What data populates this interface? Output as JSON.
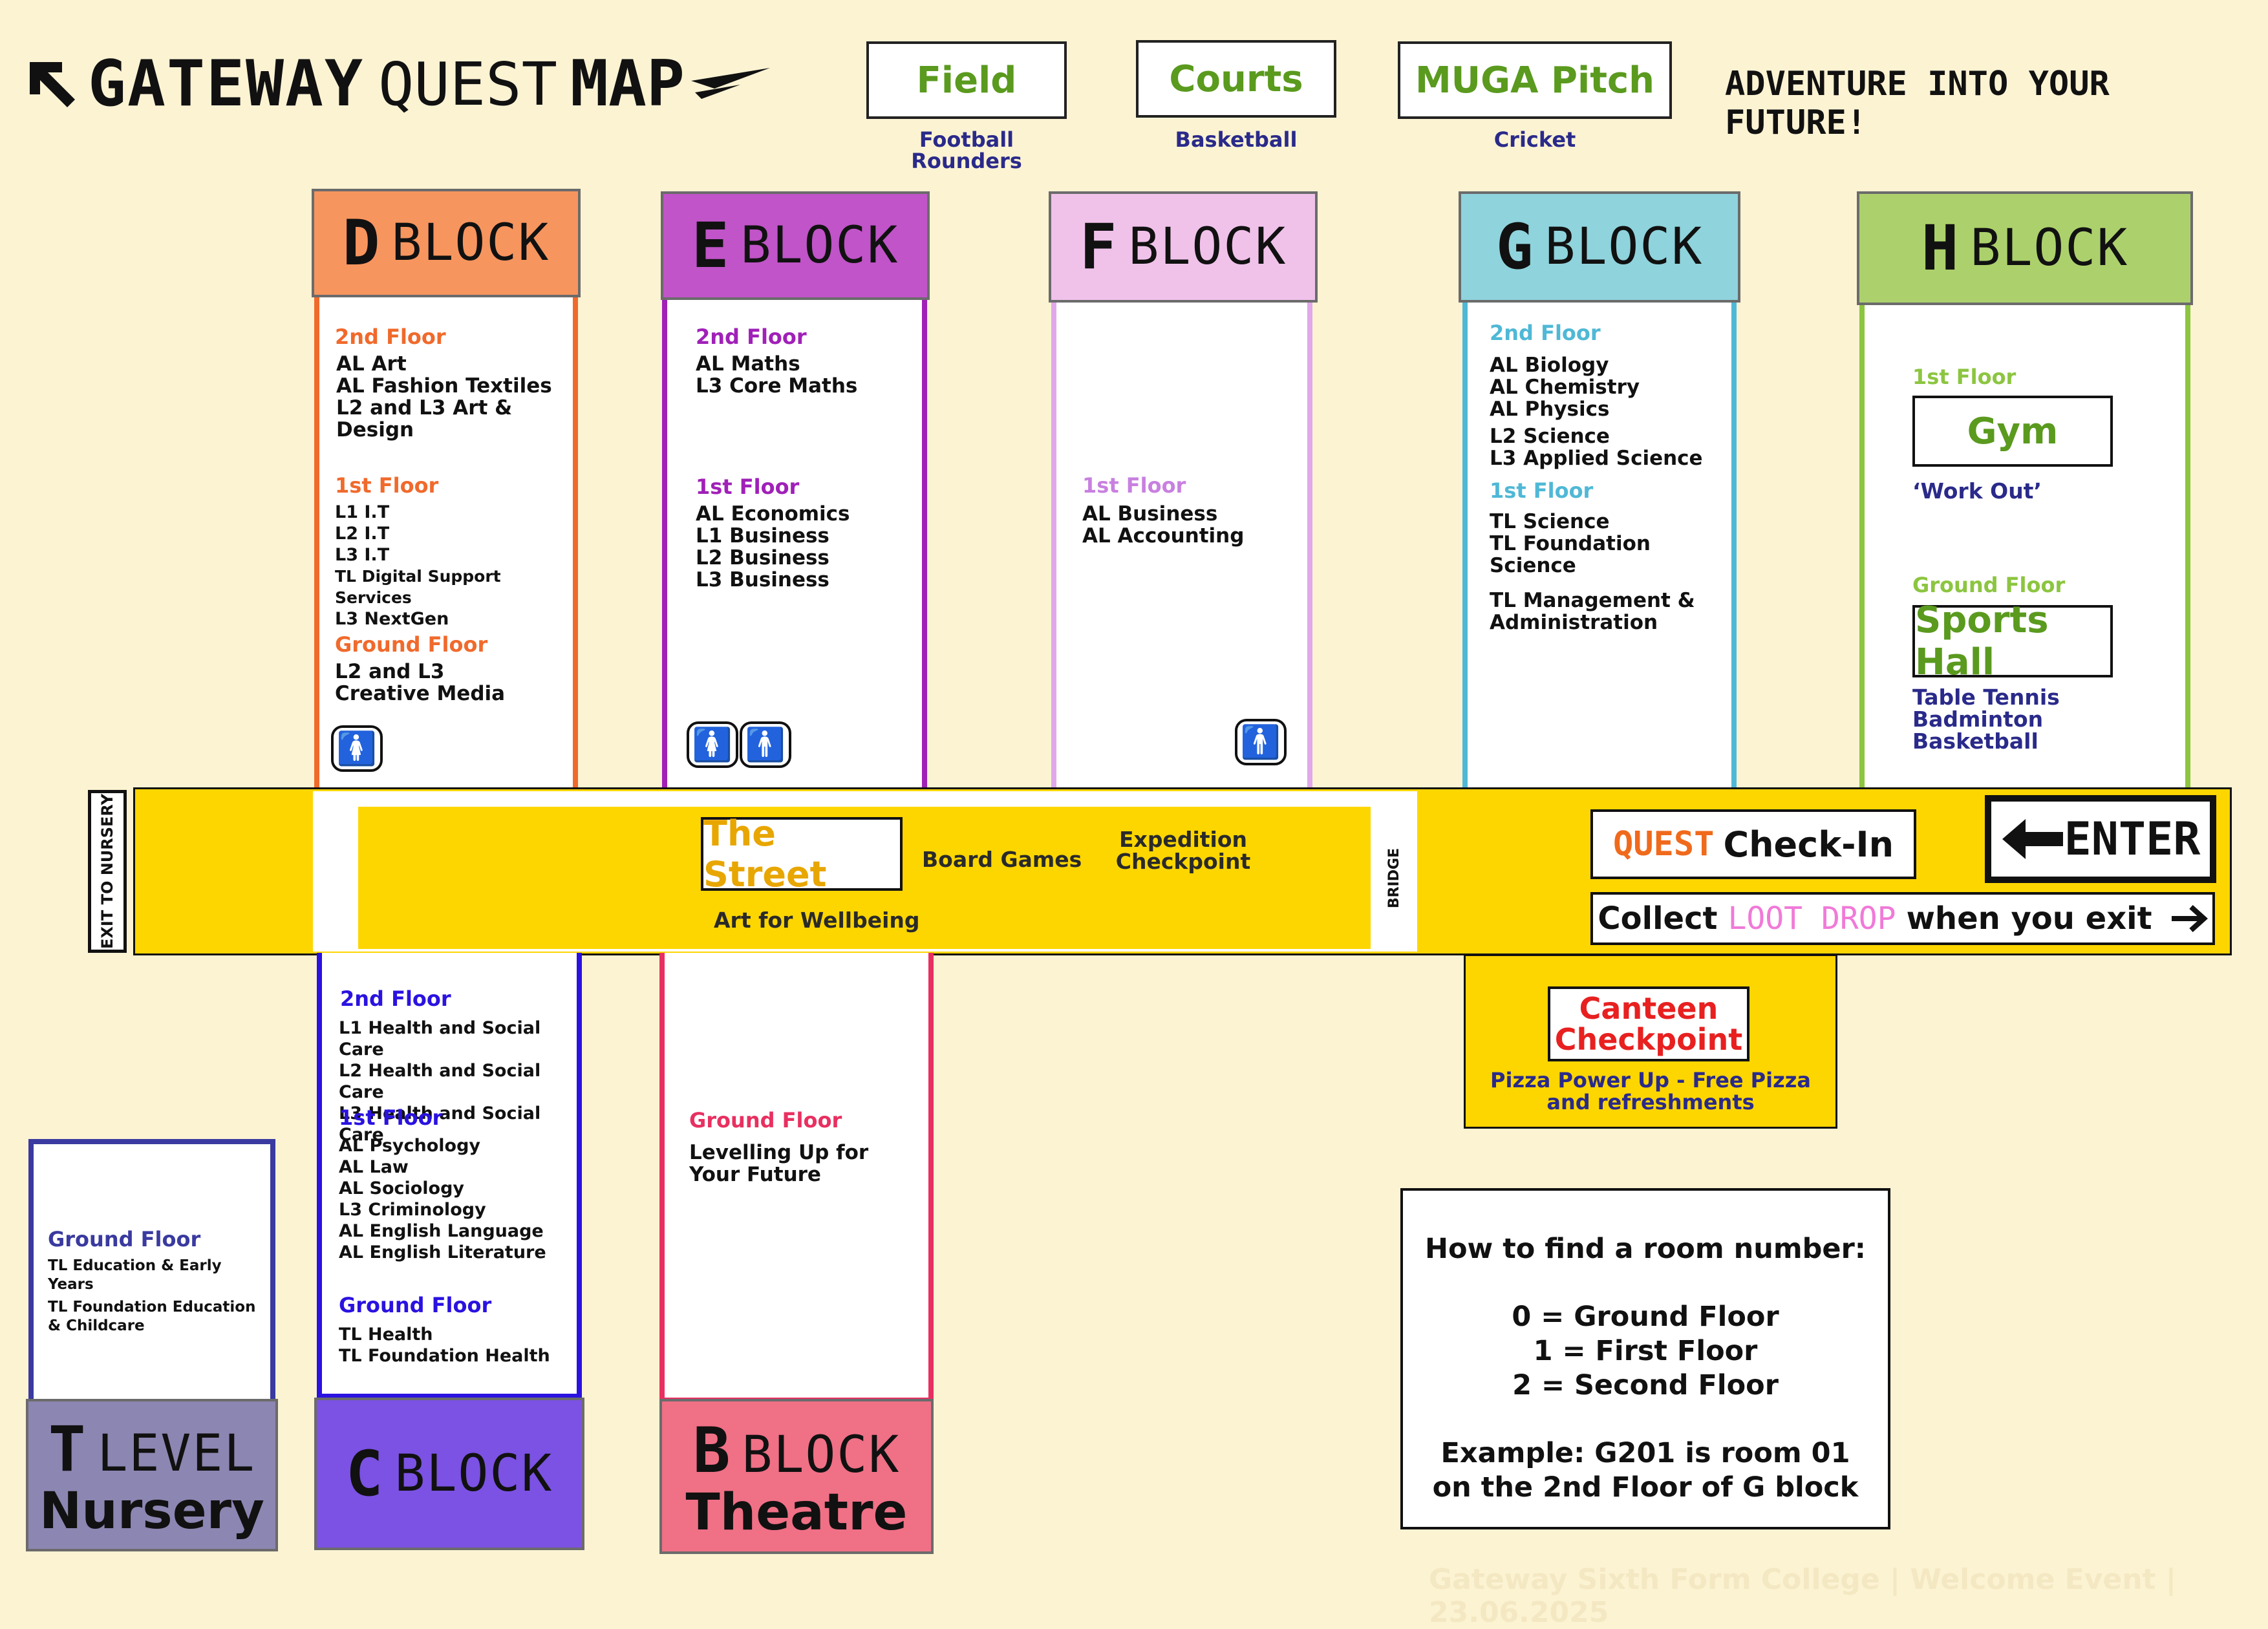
{
  "header": {
    "title_a": "GATEWAY",
    "title_b": "QUEST",
    "title_c": "MAP",
    "tagline": "ADVENTURE INTO YOUR FUTURE!"
  },
  "fields": [
    {
      "label": "Field",
      "sub": [
        "Football",
        "Rounders"
      ]
    },
    {
      "label": "Courts",
      "sub": [
        "Basketball"
      ]
    },
    {
      "label": "MUGA Pitch",
      "sub": [
        "Cricket"
      ]
    }
  ],
  "blocks": {
    "d": {
      "letter": "D",
      "word": "BLOCK",
      "color": "#f7955e",
      "edge": "#f06a2c",
      "floors": [
        {
          "name": "2nd Floor",
          "items": [
            "AL Art",
            "AL Fashion Textiles",
            "L2 and L3 Art & Design"
          ]
        },
        {
          "name": "1st Floor",
          "items": [
            "L1 I.T",
            "L2 I.T",
            "L3 I.T",
            "TL Digital Support Services",
            "L3 NextGen"
          ]
        },
        {
          "name": "Ground Floor",
          "items": [
            "L2 and L3",
            "Creative Media"
          ]
        }
      ]
    },
    "e": {
      "letter": "E",
      "word": "BLOCK",
      "color": "#c054c8",
      "edge": "#a020b8",
      "floors": [
        {
          "name": "2nd Floor",
          "items": [
            "AL Maths",
            "L3 Core Maths"
          ]
        },
        {
          "name": "1st Floor",
          "items": [
            "AL Economics",
            "L1 Business",
            "L2 Business",
            "L3 Business"
          ]
        }
      ]
    },
    "f": {
      "letter": "F",
      "word": "BLOCK",
      "color": "#f0c2ea",
      "edge": "#e0a8ea",
      "floors": [
        {
          "name": "1st Floor",
          "items": [
            "AL Business",
            "AL Accounting"
          ]
        }
      ]
    },
    "g": {
      "letter": "G",
      "word": "BLOCK",
      "color": "#8fd3dc",
      "edge": "#4fb8d6",
      "floors": [
        {
          "name": "2nd Floor",
          "items": [
            "AL Biology",
            "AL Chemistry",
            "AL Physics",
            "L2 Science",
            "L3 Applied Science"
          ]
        },
        {
          "name": "1st Floor",
          "items": [
            "TL Science",
            "TL Foundation Science",
            "TL Management &",
            "Administration"
          ]
        }
      ]
    },
    "h": {
      "letter": "H",
      "word": "BLOCK",
      "color": "#acd16c",
      "edge": "#8cc540",
      "first_floor": "1st Floor",
      "gym": "Gym",
      "gym_sub": "‘Work Out’",
      "ground_floor": "Ground Floor",
      "hall": "Sports Hall",
      "hall_items": [
        "Table Tennis",
        "Badminton",
        "Basketball"
      ]
    },
    "c": {
      "letter": "C",
      "word": "BLOCK",
      "color": "#7b52e3",
      "edge": "#2a12e0",
      "floors": [
        {
          "name": "2nd Floor",
          "items": [
            "L1 Health and Social Care",
            "L2 Health and Social Care",
            "L3 Health and Social Care"
          ]
        },
        {
          "name": "1st Floor",
          "items": [
            "AL Psychology",
            "AL Law",
            "AL Sociology",
            "L3 Criminology",
            "AL English Language",
            "AL English Literature"
          ]
        },
        {
          "name": "Ground Floor",
          "items": [
            "TL Health",
            "TL Foundation Health"
          ]
        }
      ]
    },
    "b": {
      "letter": "B",
      "word": "BLOCK",
      "line2": "Theatre",
      "color": "#f07086",
      "edge": "#e83060",
      "floors": [
        {
          "name": "Ground Floor",
          "items": [
            "Levelling Up for",
            "Your Future"
          ]
        }
      ]
    },
    "t": {
      "letter": "T",
      "word": "LEVEL",
      "line2": "Nursery",
      "color": "#8c86b2",
      "edge": "#3a3aa0",
      "floors": [
        {
          "name": "Ground Floor",
          "items": [
            "TL Education & Early Years",
            "TL Foundation Education",
            "& Childcare"
          ]
        }
      ]
    }
  },
  "street": {
    "exit_nursery": "EXIT TO NURSERY",
    "the_street": "The Street",
    "board_games": "Board Games",
    "expedition": [
      "Expedition",
      "Checkpoint"
    ],
    "art": "Art for Wellbeing",
    "bridge": "BRIDGE",
    "quest": "QUEST",
    "checkin": "Check-In",
    "enter": "ENTER",
    "collect": "Collect",
    "loot": "LOOT DROP",
    "when_exit": "when you exit"
  },
  "canteen": {
    "title": [
      "Canteen",
      "Checkpoint"
    ],
    "desc": [
      "Pizza Power Up - Free Pizza",
      "and refreshments"
    ]
  },
  "howto": {
    "title": "How to find a room number:",
    "lines": [
      "0 = Ground Floor",
      "1 = First Floor",
      "2 = Second Floor"
    ],
    "example": [
      "Example: G201 is room 01",
      "on the 2nd Floor of G block"
    ]
  },
  "footer": "Gateway Sixth Form College | Welcome Event | 23.06.2025",
  "colors": {
    "background": "#fcf3d3",
    "street": "#fdd600",
    "green": "#5a9a1e",
    "navy": "#2a2a8a",
    "loot_pink": "#f07ad8",
    "quest_orange": "#f06a1c",
    "canteen_red": "#e82020"
  }
}
